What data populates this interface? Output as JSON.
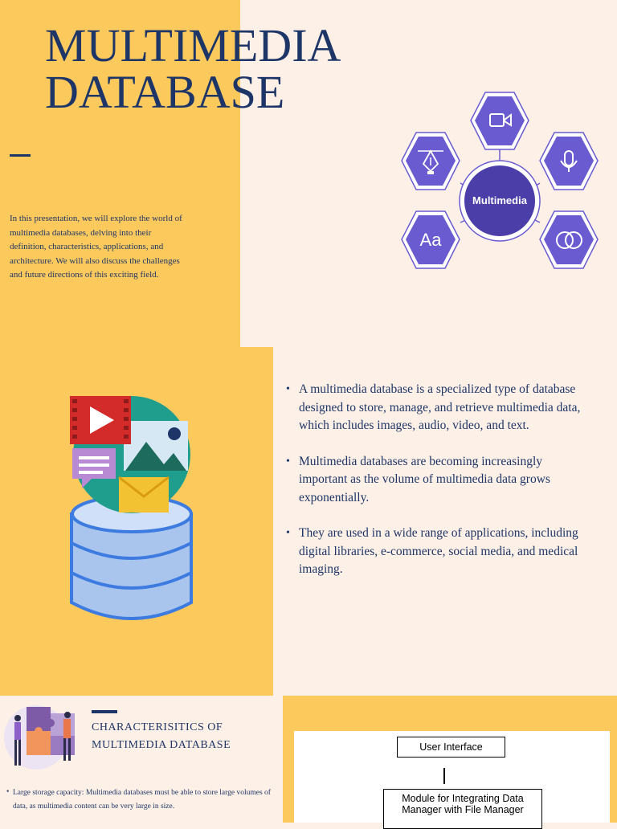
{
  "slide1": {
    "title": "MULTIMEDIA DATABASE",
    "intro": "In this presentation, we will explore the world of multimedia databases, delving into their definition, characteristics, applications, and architecture. We will also discuss the challenges and future directions of this exciting field.",
    "hub_label": "Multimedia",
    "hub_text_icon": "Aa",
    "icons": [
      "video-camera-icon",
      "pen-tool-icon",
      "microphone-icon",
      "text-icon",
      "overlap-circles-icon"
    ],
    "colors": {
      "yellow": "#fcc95d",
      "cream": "#fdf0e6",
      "navy": "#1e3568",
      "purple": "#6a5bd1"
    }
  },
  "slide2": {
    "bullets": [
      "A multimedia database is a specialized type of database designed to store, manage, and retrieve multimedia data, which includes images, audio, video, and text.",
      "Multimedia databases are becoming increasingly important as the volume of multimedia data grows exponentially.",
      "They are used in a wide range of applications, including digital libraries, e-commerce, social media, and medical imaging."
    ]
  },
  "slide3": {
    "title": "CHARACTERISITICS OF MULTIMEDIA DATABASE",
    "bullet": "Large storage capacity: Multimedia databases must be able to store large volumes of data, as multimedia content can be very large in size.",
    "architecture": {
      "top_box": "User Interface",
      "module_box": "Module for Integrating Data Manager with File Manager"
    }
  }
}
